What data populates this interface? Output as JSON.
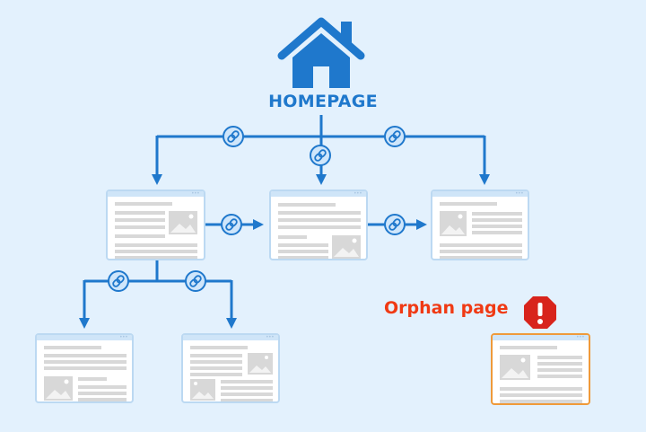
{
  "diagram": {
    "root": {
      "label": "HOMEPAGE",
      "icon": "house-icon"
    },
    "orphan": {
      "label": "Orphan page",
      "icon": "warning-octagon-icon"
    },
    "colors": {
      "background": "#e3f1fd",
      "accent_blue": "#1f78cc",
      "link_badge_fill": "#cfe6fb",
      "page_border": "#bcd9f2",
      "orphan_border": "#ef9a3a",
      "orphan_text": "#f03a14",
      "warning_fill": "#d8241c",
      "placeholder_gray": "#d8d8d8"
    },
    "nodes": [
      {
        "id": "page-1",
        "level": 1,
        "layout": "text-with-image-right"
      },
      {
        "id": "page-2",
        "level": 1,
        "layout": "text-with-image-bottom-right"
      },
      {
        "id": "page-3",
        "level": 1,
        "layout": "image-left-text"
      },
      {
        "id": "page-4",
        "level": 2,
        "layout": "text-with-image-bottom-left"
      },
      {
        "id": "page-5",
        "level": 2,
        "layout": "two-images"
      },
      {
        "id": "orphan-page",
        "level": null,
        "layout": "image-left-text",
        "orphan": true
      }
    ],
    "edges": [
      {
        "from": "homepage",
        "to": "page-1",
        "icon": "link-icon"
      },
      {
        "from": "homepage",
        "to": "page-2",
        "icon": "link-icon"
      },
      {
        "from": "homepage",
        "to": "page-3",
        "icon": "link-icon"
      },
      {
        "from": "page-1",
        "to": "page-2",
        "icon": "link-icon"
      },
      {
        "from": "page-2",
        "to": "page-3",
        "icon": "link-icon"
      },
      {
        "from": "page-1",
        "to": "page-4",
        "icon": "link-icon"
      },
      {
        "from": "page-1",
        "to": "page-5",
        "icon": "link-icon"
      }
    ]
  }
}
